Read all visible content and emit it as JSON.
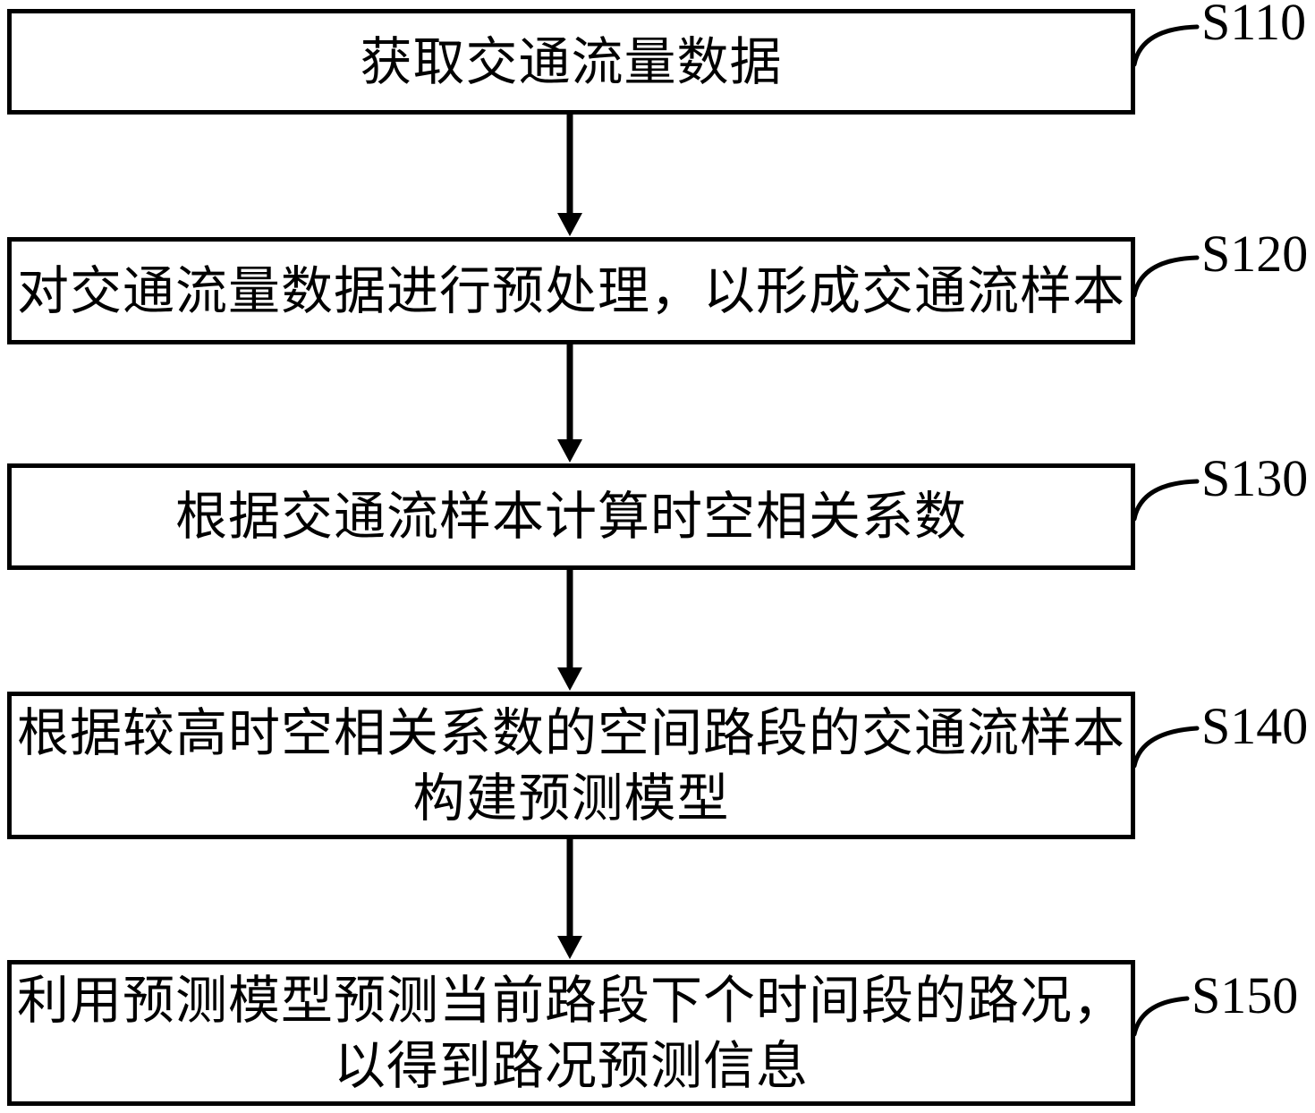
{
  "figure": {
    "type": "flowchart",
    "background_color": "#ffffff",
    "line_color": "#000000"
  },
  "steps": [
    {
      "label": "S110",
      "lines": [
        "获取交通流量数据"
      ]
    },
    {
      "label": "S120",
      "lines": [
        "对交通流量数据进行预处理，以形成交通流样本"
      ]
    },
    {
      "label": "S130",
      "lines": [
        "根据交通流样本计算时空相关系数"
      ]
    },
    {
      "label": "S140",
      "lines": [
        "根据较高时空相关系数的空间路段的交通流样本",
        "构建预测模型"
      ]
    },
    {
      "label": "S150",
      "lines": [
        "利用预测模型预测当前路段下个时间段的路况，",
        "以得到路况预测信息"
      ]
    }
  ]
}
